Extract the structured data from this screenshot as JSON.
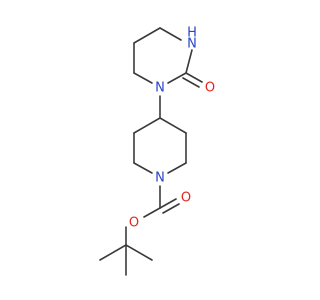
{
  "structure": {
    "colors": {
      "bond": "#3a3a3a",
      "nitrogen": "#2b44c9",
      "oxygen": "#e0261f"
    },
    "atom_labels": {
      "nh": "H",
      "nh_n": "N",
      "urea_o": "O",
      "urea_n": "N",
      "piperidine_n": "N",
      "carbamate_o_double": "O",
      "carbamate_o_single": "O"
    }
  }
}
